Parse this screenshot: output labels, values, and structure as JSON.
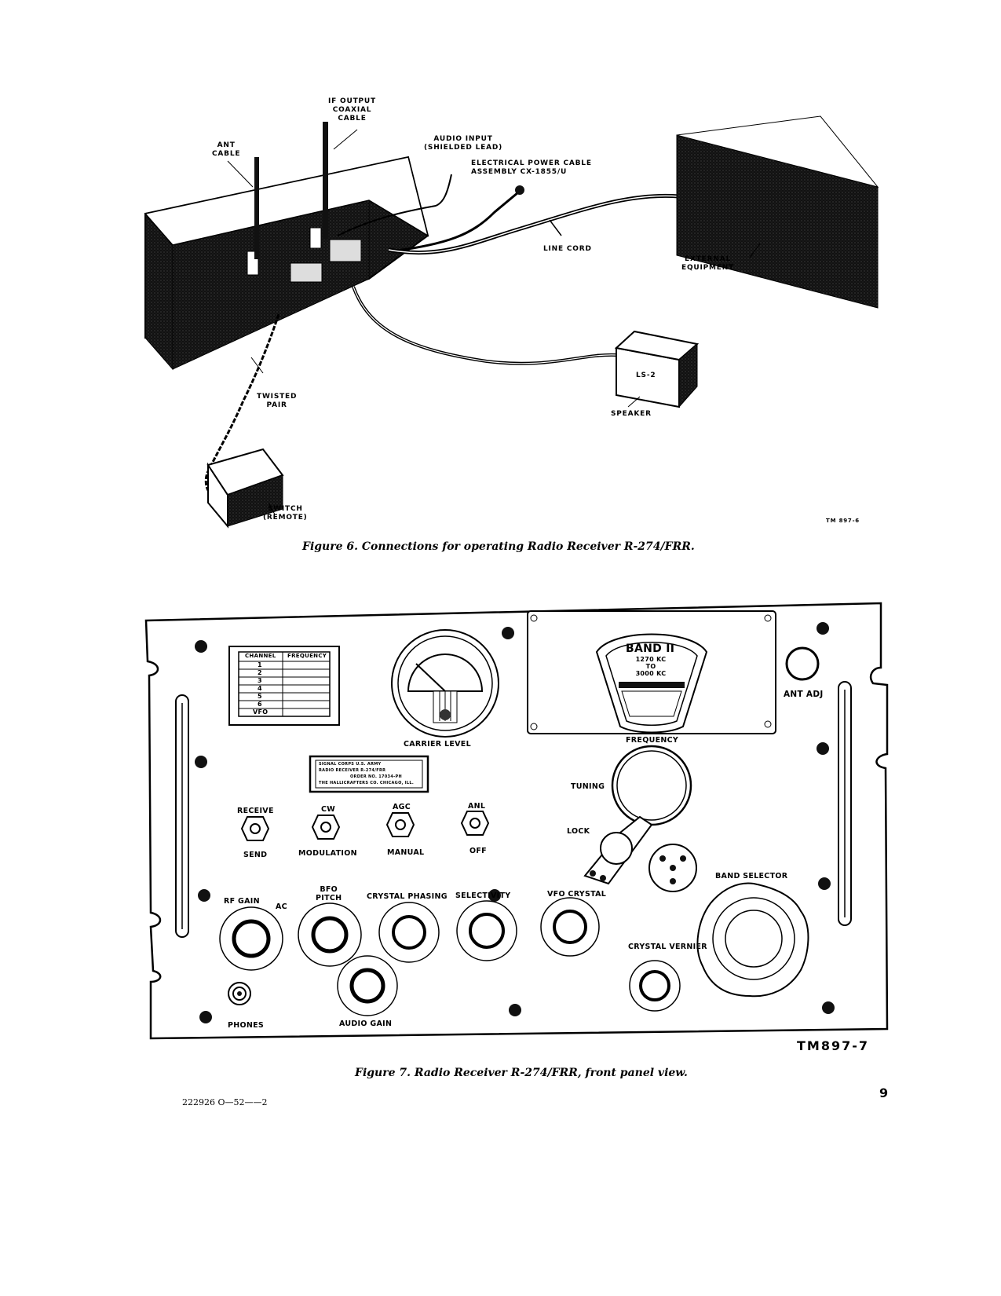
{
  "figure6": {
    "labels": {
      "if_output": [
        "IF OUTPUT",
        "COAXIAL",
        "CABLE"
      ],
      "ant_cable": [
        "ANT",
        "CABLE"
      ],
      "audio_input": [
        "AUDIO INPUT",
        "(SHIELDED LEAD)"
      ],
      "power_cable": [
        "ELECTRICAL POWER CABLE",
        "ASSEMBLY CX-1855/U"
      ],
      "line_cord": "LINE CORD",
      "external_equipment": [
        "EXTERNAL",
        "EQUIPMENT"
      ],
      "twisted_pair": [
        "TWISTED",
        "PAIR"
      ],
      "speaker_model": "LS-2",
      "speaker": "SPEAKER",
      "switch": [
        "SWITCH",
        "(REMOTE)"
      ]
    },
    "ref": "TM 897-6",
    "caption": "Figure 6. Connections for operating Radio Receiver R-274/FRR."
  },
  "figure7": {
    "channel_card": {
      "headers": [
        "CHANNEL",
        "FREQUENCY"
      ],
      "rows": [
        "1",
        "2",
        "3",
        "4",
        "5",
        "6",
        "VFO"
      ]
    },
    "band_dial": {
      "band": "BAND II",
      "lines": [
        "1270 KC",
        "TO",
        "3000 KC"
      ]
    },
    "nameplate": {
      "lines": [
        "SIGNAL CORPS        U.S. ARMY",
        "RADIO RECEIVER  R-274/FRR",
        "ORDER NO. 17034-PH",
        "THE HALLICRAFTERS CO.        CHICAGO, ILL."
      ]
    },
    "labels": {
      "carrier_level": "CARRIER LEVEL",
      "frequency": "FREQUENCY",
      "ant_adj": "ANT ADJ",
      "tuning": "TUNING",
      "lock": "LOCK",
      "receive": "RECEIVE",
      "send": "SEND",
      "cw": "CW",
      "modulation": "MODULATION",
      "agc": "AGC",
      "manual": "MANUAL",
      "anl": "ANL",
      "off": "OFF",
      "rf_gain": "RF GAIN",
      "ac": "AC",
      "bfo_pitch": [
        "BFO",
        "PITCH"
      ],
      "crystal_phasing": "CRYSTAL PHASING",
      "selectivity": "SELECTIVITY",
      "vfo_crystal": "VFO CRYSTAL",
      "band_selector": "BAND SELECTOR",
      "crystal_vernier": "CRYSTAL VERNIER",
      "phones": "PHONES",
      "audio_gain": "AUDIO GAIN"
    },
    "ref": "TM897-7",
    "caption": "Figure 7. Radio Receiver R-274/FRR, front panel view."
  },
  "footer": {
    "print_code": "222926 O—52——2",
    "page_number": "9"
  }
}
